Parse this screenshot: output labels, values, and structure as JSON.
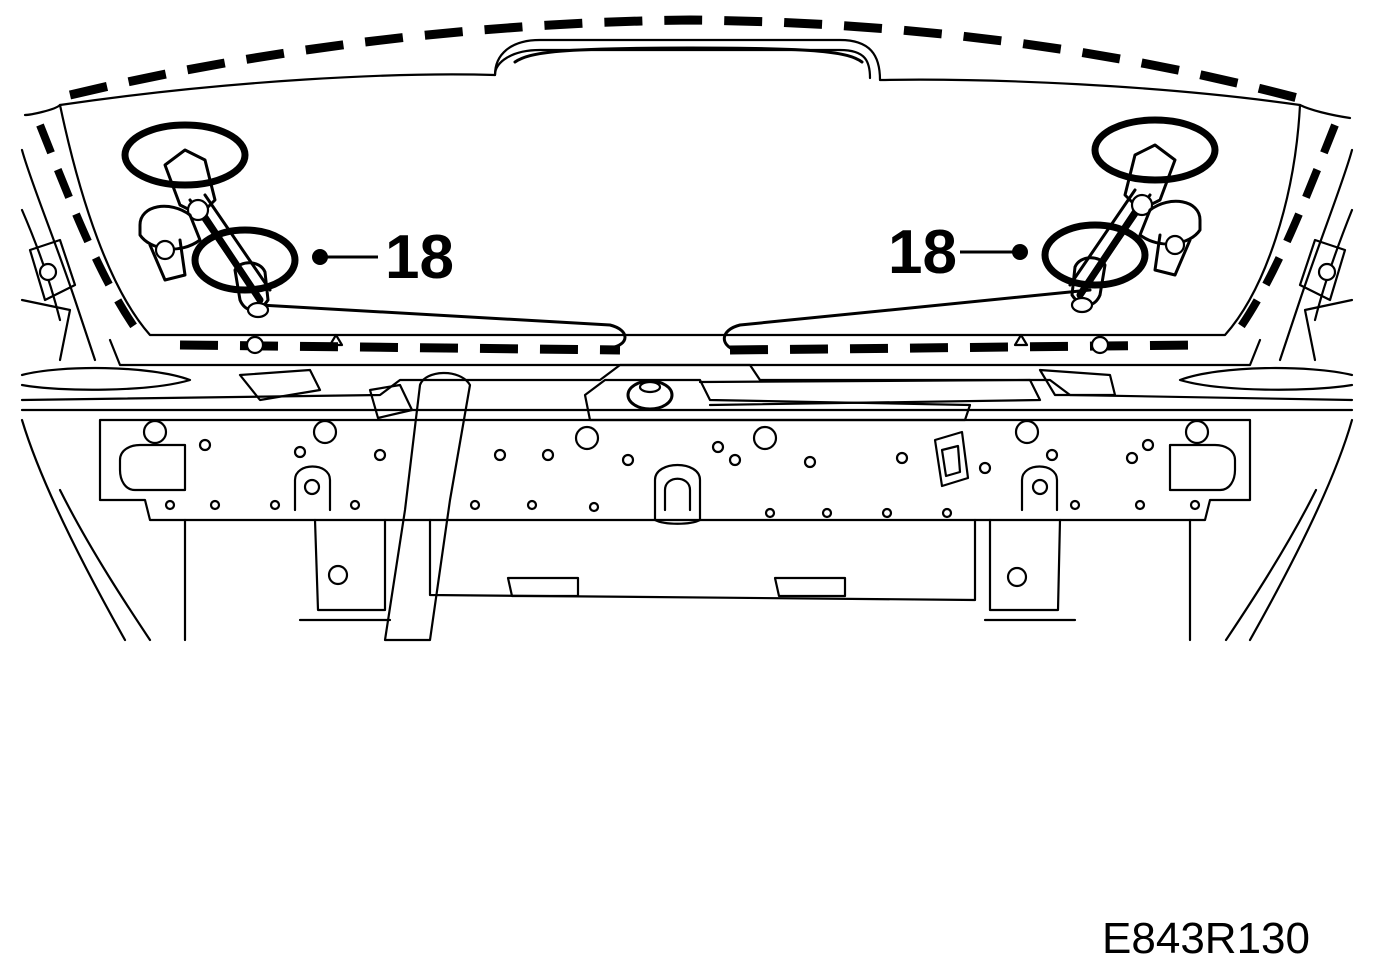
{
  "figure": {
    "id_label": "E843R130"
  },
  "callouts": [
    {
      "label": "18"
    },
    {
      "label": "18"
    }
  ]
}
